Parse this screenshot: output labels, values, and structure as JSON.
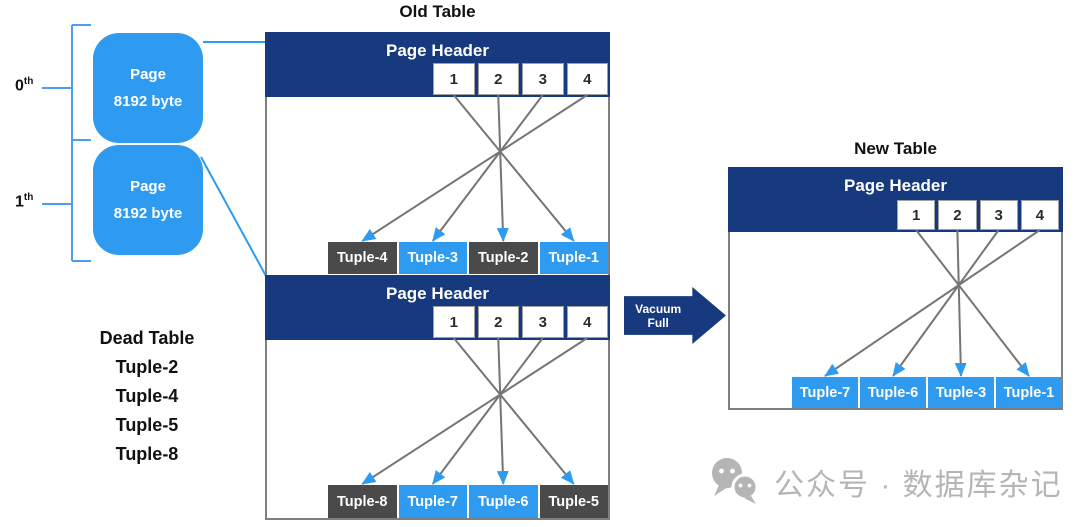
{
  "colors": {
    "navy": "#17397d",
    "blue": "#2e9bf0",
    "dark_gray": "#4a4a4a",
    "arrow_line_gray": "#757575",
    "bracket_blue": "#4a9df3",
    "watermark_gray": "#b5b5b5"
  },
  "left_panel": {
    "page_indexes": [
      {
        "number": "0",
        "suffix": "th"
      },
      {
        "number": "1",
        "suffix": "th"
      }
    ],
    "page_blocks": [
      {
        "line1": "Page",
        "line2": "8192 byte"
      },
      {
        "line1": "Page",
        "line2": "8192 byte"
      }
    ],
    "dead_table": {
      "title": "Dead Table",
      "items": [
        "Tuple-2",
        "Tuple-4",
        "Tuple-5",
        "Tuple-8"
      ]
    }
  },
  "old_table": {
    "title": "Old Table",
    "pages": [
      {
        "header": "Page Header",
        "slots": [
          "1",
          "2",
          "3",
          "4"
        ],
        "tuples": [
          {
            "label": "Tuple-4",
            "color": "dark"
          },
          {
            "label": "Tuple-3",
            "color": "blue"
          },
          {
            "label": "Tuple-2",
            "color": "dark"
          },
          {
            "label": "Tuple-1",
            "color": "blue"
          }
        ],
        "slot_to_tuple": [
          3,
          2,
          1,
          0
        ]
      },
      {
        "header": "Page Header",
        "slots": [
          "1",
          "2",
          "3",
          "4"
        ],
        "tuples": [
          {
            "label": "Tuple-8",
            "color": "dark"
          },
          {
            "label": "Tuple-7",
            "color": "blue"
          },
          {
            "label": "Tuple-6",
            "color": "blue"
          },
          {
            "label": "Tuple-5",
            "color": "dark"
          }
        ],
        "slot_to_tuple": [
          3,
          2,
          1,
          0
        ]
      }
    ]
  },
  "transform_arrow": {
    "label": "Vacuum Full"
  },
  "new_table": {
    "title": "New Table",
    "pages": [
      {
        "header": "Page Header",
        "slots": [
          "1",
          "2",
          "3",
          "4"
        ],
        "tuples": [
          {
            "label": "Tuple-7",
            "color": "blue"
          },
          {
            "label": "Tuple-6",
            "color": "blue"
          },
          {
            "label": "Tuple-3",
            "color": "blue"
          },
          {
            "label": "Tuple-1",
            "color": "blue"
          }
        ],
        "slot_to_tuple": [
          3,
          2,
          1,
          0
        ]
      }
    ]
  },
  "watermark": {
    "text": "公众号 · 数据库杂记"
  }
}
